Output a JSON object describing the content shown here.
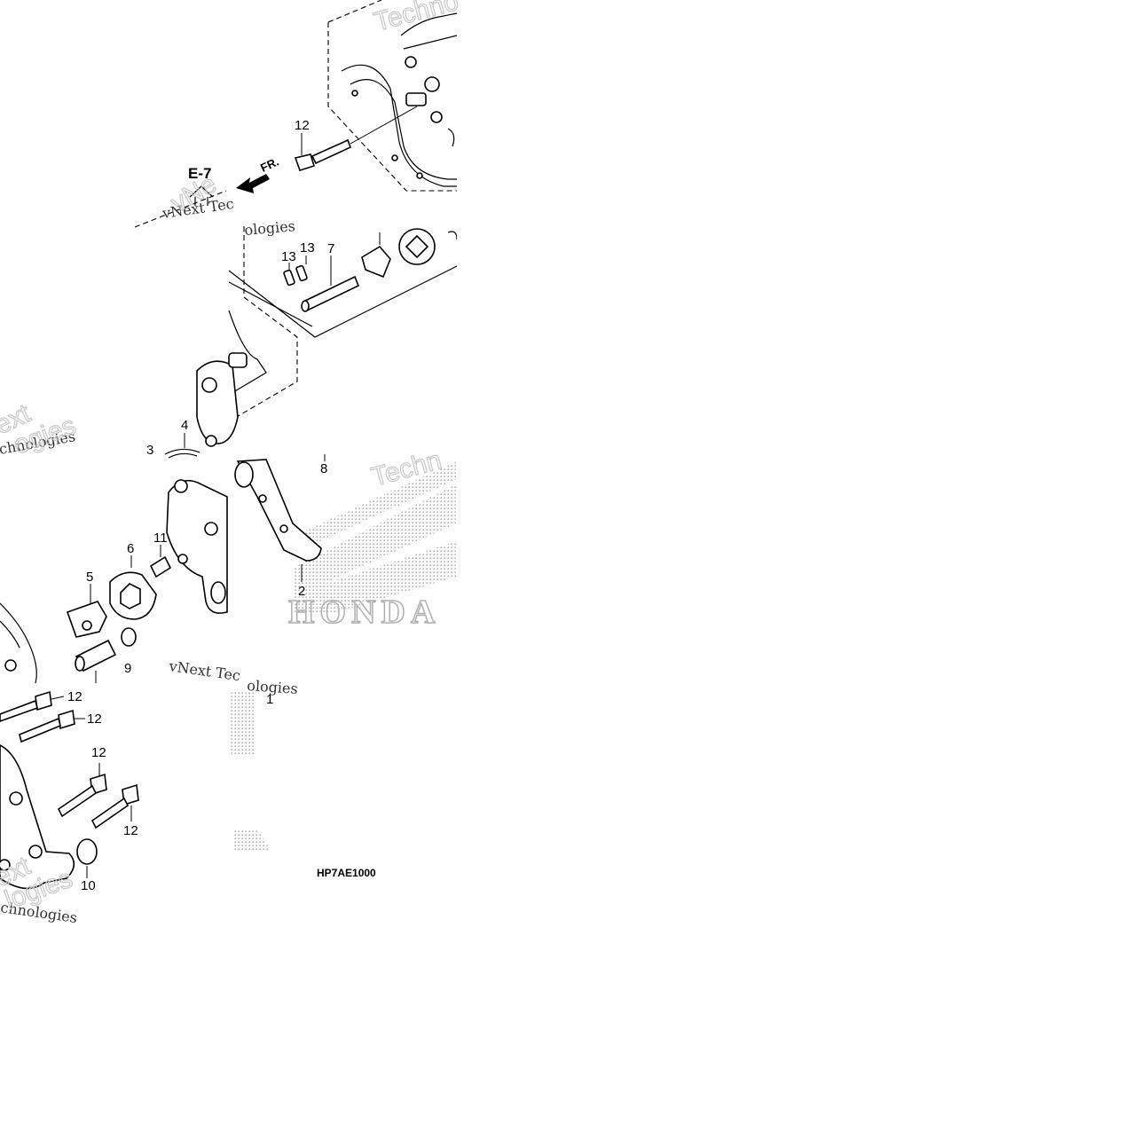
{
  "diagram": {
    "callouts": {
      "c12_top": "12",
      "c13_a": "13",
      "c13_b": "13",
      "c7": "7",
      "c4": "4",
      "c3": "3",
      "c8": "8",
      "c6": "6",
      "c11": "11",
      "c5": "5",
      "c9": "9",
      "c2": "2",
      "c1": "1",
      "c12_a": "12",
      "c12_b": "12",
      "c12_c": "12",
      "c12_d": "12",
      "c10": "10"
    },
    "reference": "E-7",
    "direction": "FR.",
    "diagram_code": "HP7AE1000",
    "watermarks": {
      "w1": "vNext Tec",
      "w2": "ologies",
      "w3": "Techno",
      "w4": "Techn",
      "w5": "chnologies",
      "w6": "vNext Tec",
      "w7": "ologies",
      "w8": "chnologies",
      "w9": "ext",
      "w10": "ext",
      "w11": "ogies",
      "w12": "logies",
      "w13": "vNe"
    },
    "brand": "HONDA"
  },
  "colors": {
    "ink": "#000000",
    "watermark": "#c8c8c8",
    "halftone": "#b0b0b0"
  }
}
